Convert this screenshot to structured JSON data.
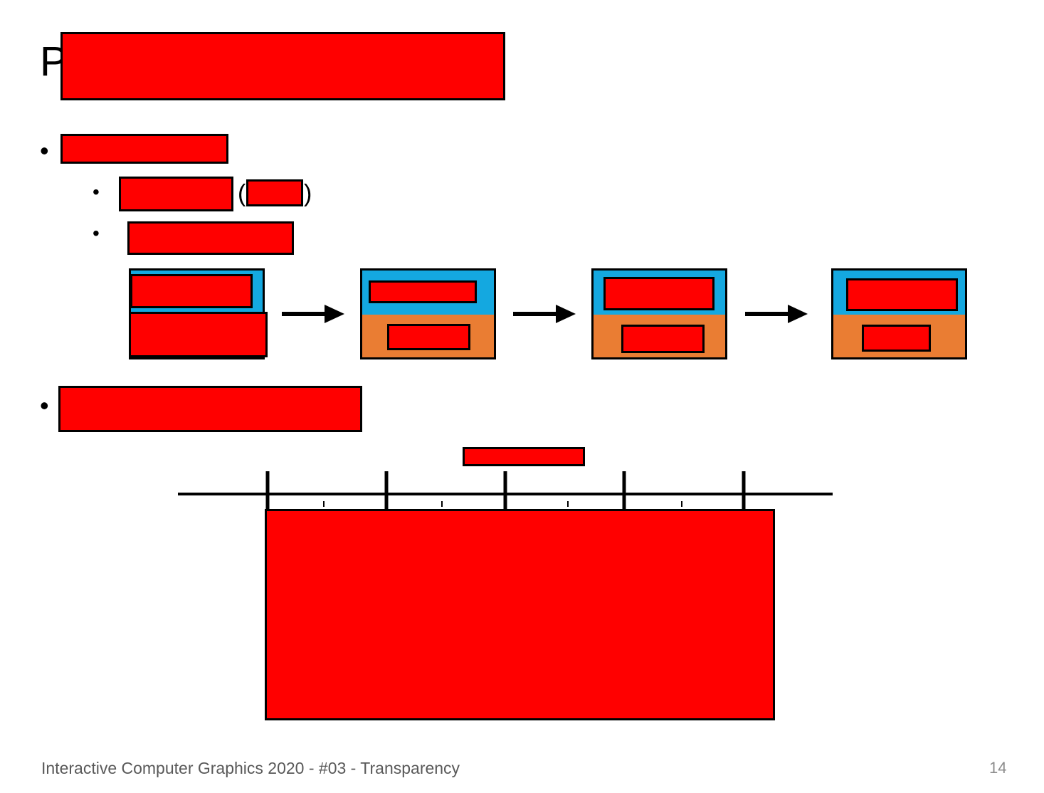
{
  "slide": {
    "title_visible_letter": "P",
    "sub_bullet_paren_open": "(",
    "sub_bullet_paren_close": ")",
    "bullet_glyph": "•"
  },
  "pipeline": {
    "colors": {
      "top": "#14a8e0",
      "bottom": "#ea7d33",
      "redaction": "#ff0000"
    },
    "panel_count": 4
  },
  "timeline": {
    "major_ticks": 5,
    "minor_ticks": 4
  },
  "footer": {
    "text": "Interactive Computer Graphics 2020 - #03 - Transparency",
    "page_number": "14"
  }
}
